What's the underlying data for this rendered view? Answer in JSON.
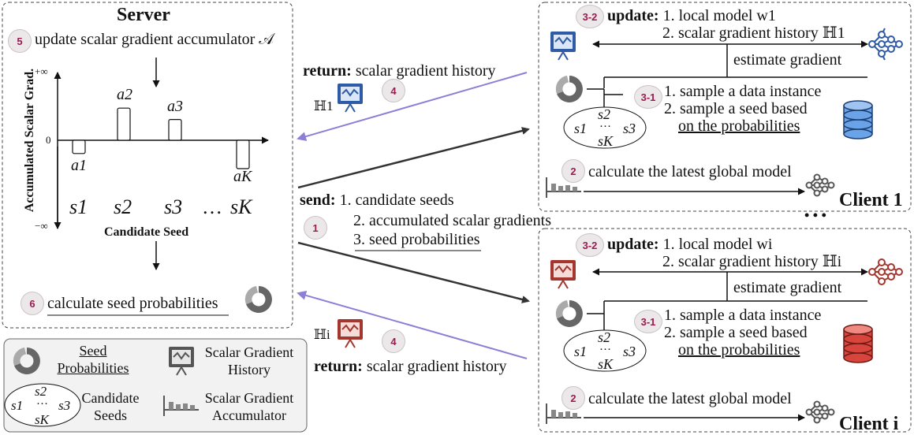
{
  "server": {
    "title": "Server",
    "step5_num": "5",
    "step5_text": "update scalar gradient accumulator 𝒜",
    "y_axis_label": "Accumulated Scalar Grad.",
    "y_top": "+∞",
    "y_zero": "0",
    "y_bottom": "−∞",
    "bar_labels": [
      "a2",
      "a3",
      "a1",
      "aK"
    ],
    "seeds": [
      "s1",
      "s2",
      "s3",
      "…",
      "sK"
    ],
    "x_axis_label": "Candidate Seed",
    "step6_num": "6",
    "step6_text": "calculate seed probabilities"
  },
  "chart_data": {
    "type": "bar",
    "categories": [
      "s1",
      "s2",
      "s3",
      "sK"
    ],
    "values": [
      -0.35,
      0.85,
      0.55,
      -0.75
    ],
    "ylim": [
      -1,
      1
    ],
    "value_labels": [
      "a1",
      "a2",
      "a3",
      "aK"
    ]
  },
  "legend": {
    "seed_prob_1": "Seed",
    "seed_prob_2": "Probabilities",
    "sgh_1": "Scalar Gradient",
    "sgh_2": "History",
    "cand_1": "Candidate",
    "cand_2": "Seeds",
    "sga_1": "Scalar Gradient",
    "sga_2": "Accumulator"
  },
  "middle": {
    "return_top_bold": "return:",
    "return_top_text": "scalar gradient history",
    "h1": "ℍ1",
    "step4_num": "4",
    "send_bold": "send:",
    "send_1": "1. candidate seeds",
    "send_2": "2. accumulated scalar gradients",
    "send_3": "3. seed probabilities",
    "step1_num": "1",
    "hi": "ℍi",
    "return_bot_bold": "return:",
    "return_bot_text": "scalar gradient history"
  },
  "client1": {
    "badge_32": "3-2",
    "update_bold": "update:",
    "update_1": "1. local model w1",
    "update_2": "2. scalar gradient history ℍ1",
    "estimate": "estimate gradient",
    "badge_31": "3-1",
    "sample_1": "1. sample a data instance",
    "sample_2a": "2. sample a seed based",
    "sample_2b": "on the probabilities",
    "badge_2": "2",
    "calc": "calculate the latest global model",
    "name": "Client 1"
  },
  "client_i": {
    "badge_32": "3-2",
    "update_bold": "update:",
    "update_1": "1. local model wi",
    "update_2": "2. scalar gradient history ℍi",
    "estimate": "estimate gradient",
    "badge_31": "3-1",
    "sample_1": "1. sample a data instance",
    "sample_2a": "2. sample a seed based",
    "sample_2b": "on the probabilities",
    "badge_2": "2",
    "calc": "calculate the latest global model",
    "name": "Client i"
  },
  "dots": "• • •",
  "colors": {
    "purple_arrow": "#8b7fd6",
    "dark_arrow": "#333333",
    "monitor_blue": "#2f5aa6",
    "monitor_red": "#a3372e",
    "db_blue": "#6aa3e8",
    "db_red": "#d8453c",
    "badge_text": "#9b1b4f"
  }
}
